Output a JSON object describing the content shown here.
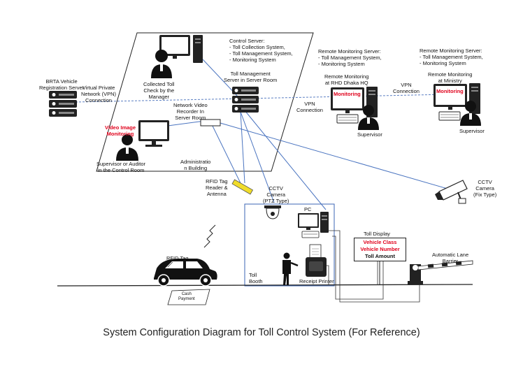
{
  "caption": "System Configuration Diagram for Toll Control System (For Reference)",
  "brta": {
    "line1": "BRTA Vehicle",
    "line2": "Registration Server"
  },
  "vpn_left": {
    "line1": "Virtual Private",
    "line2": "Network (VPN)",
    "line3": "Connection"
  },
  "manager": {
    "line1": "Collected Toll",
    "line2": "Check by the",
    "line3": "Manager"
  },
  "control_server": {
    "title": "Control Server:",
    "items": [
      "- Toll Collection System,",
      "- Toll Management System,",
      "- Monitoring System"
    ]
  },
  "toll_mgmt_server": {
    "line1": "Toll Management",
    "line2": "Server in Server Room"
  },
  "nvr": {
    "line1": "Network Video",
    "line2": "Recorder In",
    "line3": "Server Room"
  },
  "video_monitoring": {
    "line1": "Video Image",
    "line2": "Monitoring"
  },
  "supervisor_control": {
    "line1": "Supervisor or Auditor",
    "line2": "in the Control Room"
  },
  "admin_building": {
    "line1": "Administratio",
    "line2": "n Building"
  },
  "vpn_mid": {
    "line1": "VPN",
    "line2": "Connection"
  },
  "vpn_right": {
    "line1": "VPN",
    "line2": "Connection"
  },
  "remote_hq": {
    "server_title": "Remote Monitoring Server:",
    "items": [
      "- Toll Management System,",
      "-  Monitoring System"
    ],
    "title1": "Remote Monitoring",
    "title2": "at RHD Dhaka HQ",
    "screen": "Monitoring",
    "person": "Supervisor"
  },
  "remote_ministry": {
    "server_title": "Remote Monitoring Server:",
    "items": [
      "- Toll Management System,",
      "- Monitoring System"
    ],
    "title1": "Remote Monitoring",
    "title2": "at Ministry",
    "screen": "Monitoring",
    "person": "Supervisor"
  },
  "cctv_fix": {
    "line1": "CCTV",
    "line2": "Camera",
    "line3": "(Fix Type)"
  },
  "rfid_reader": {
    "line1": "RFID Tag",
    "line2": "Reader &",
    "line3": "Antenna"
  },
  "cctv_ptz": {
    "line1": "CCTV",
    "line2": "Camera",
    "line3": "(PTZ Type)"
  },
  "pc": "PC",
  "toll_display": {
    "title": "Toll Display",
    "line1": "Vehicle Class",
    "line2": "Vehicle Number",
    "line3": "Toll Amount"
  },
  "lane_barrier": {
    "line1": "Automatic Lane",
    "line2": "Barrier"
  },
  "rfid_tag": "RFID Tag",
  "toll_booth": {
    "line1": "Toll",
    "line2": "Booth"
  },
  "receipt_printer": "Receipt Printer",
  "cash_payment": {
    "line1": "Cash",
    "line2": "Payment"
  }
}
